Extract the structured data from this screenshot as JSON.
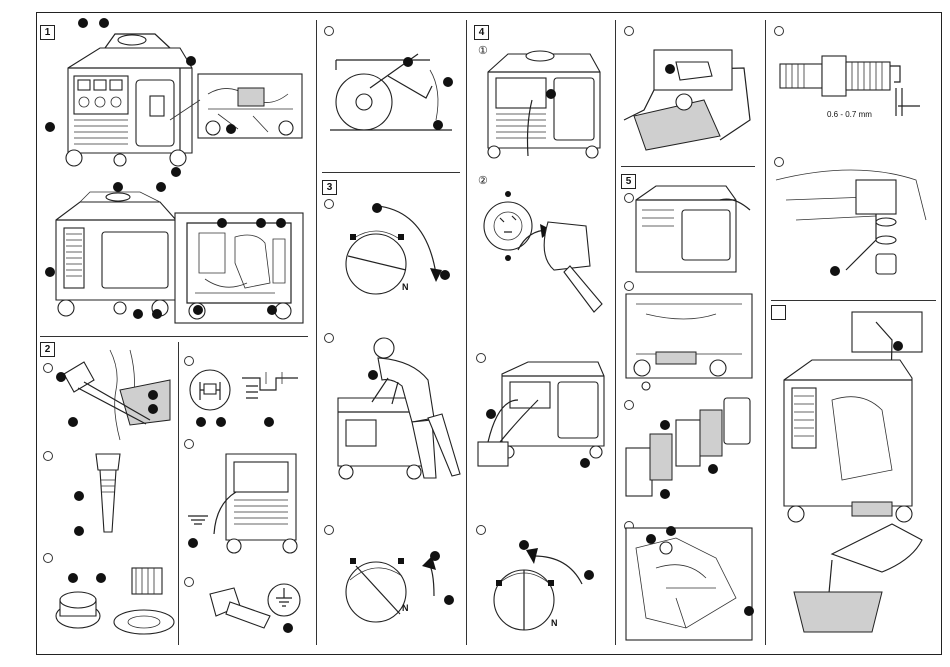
{
  "sections": {
    "s1": "1",
    "s2": "2",
    "s3": "3",
    "s4": "4",
    "s5": "5"
  },
  "substeps": {
    "step1": "①",
    "step2": "②"
  },
  "plug_label": "N",
  "gap_label": "0.6 - 0.7 mm",
  "badge_label": "1",
  "icons": [
    "generator-icon",
    "oil-dipstick-icon",
    "funnel-icon",
    "oil-filter-icon",
    "ground-icon",
    "choke-dial-icon",
    "plug-icon",
    "battery-icon",
    "air-filter-icon",
    "spark-plug-icon",
    "oil-pan-icon"
  ]
}
